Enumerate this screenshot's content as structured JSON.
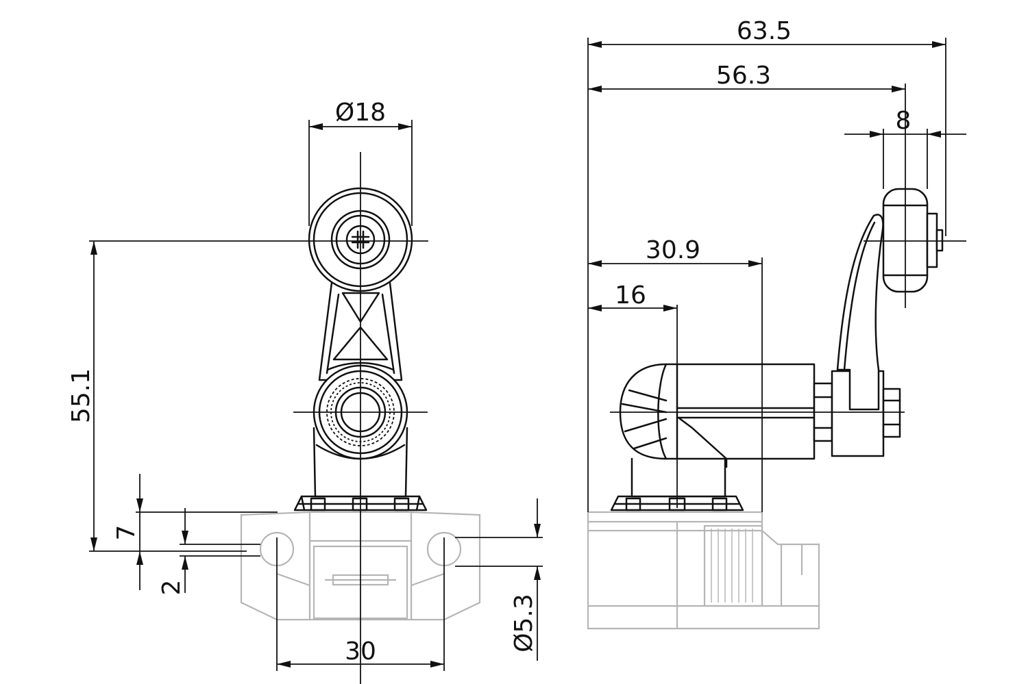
{
  "dimensions": {
    "front_roller_diameter": "Ø18",
    "front_height": "55.1",
    "front_offset_7": "7",
    "front_offset_2": "2",
    "front_hole_spacing": "30",
    "front_hole_diameter": "Ø5.3",
    "side_overall_length": "63.5",
    "side_roller_center": "56.3",
    "side_roller_width": "8",
    "side_body_length": "30.9",
    "side_shaft_offset": "16"
  },
  "colors": {
    "line": "#111111",
    "housing": "#b5b5b5",
    "background": "#ffffff"
  }
}
